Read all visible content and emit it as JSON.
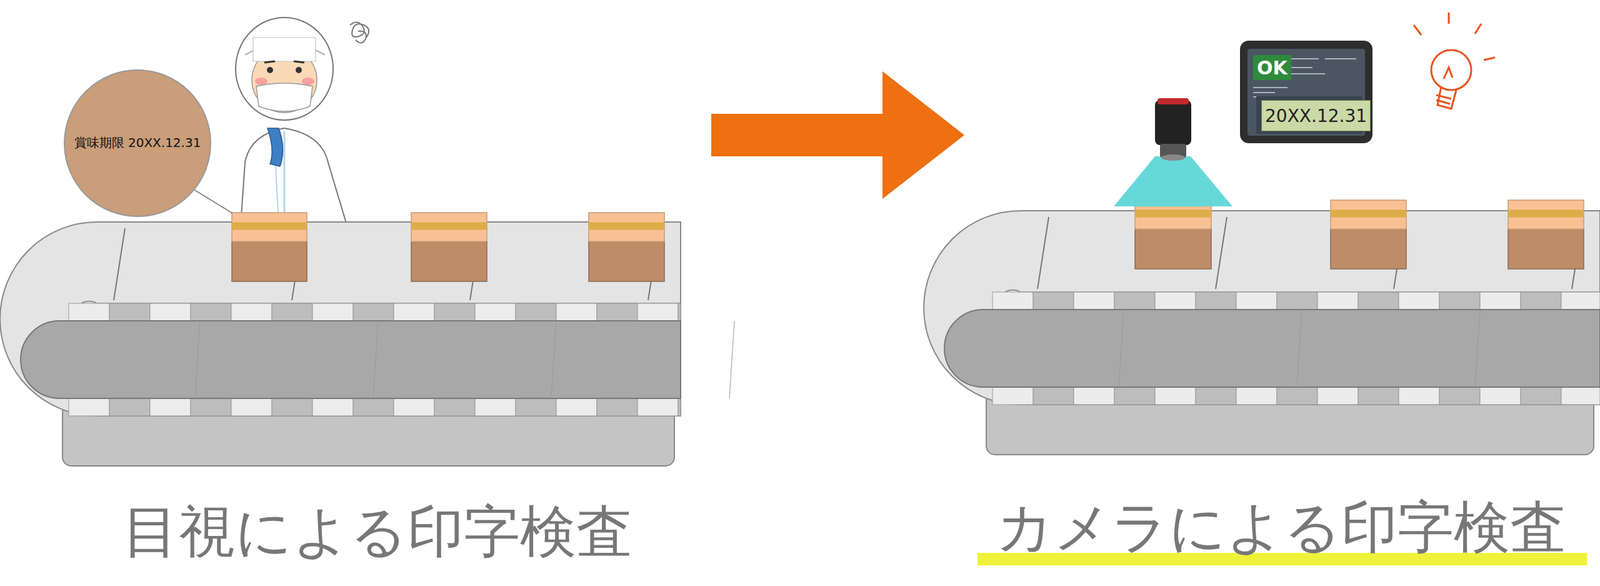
{
  "diagram": {
    "nodes": [
      {
        "text": [
          "賞味期限 20XX.12.31"
        ]
      },
      {
        "text": [
          "OK"
        ]
      },
      {
        "text": [
          "20XX.12.31"
        ]
      }
    ],
    "labels": [
      "目視による印字検査",
      "カメラによる印字検査"
    ]
  }
}
